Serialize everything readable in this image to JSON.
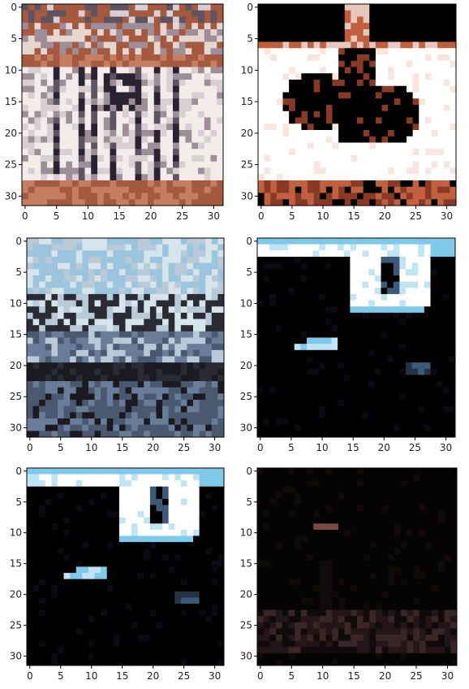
{
  "figure": {
    "axis_ticks": [
      "0",
      "5",
      "10",
      "15",
      "20",
      "25",
      "30"
    ],
    "image_grid_resolution": 32,
    "panels": [
      {
        "id": "p1",
        "description_name": "ship-image-original",
        "palette": [
          "#f2ecea",
          "#d9cfd3",
          "#9e8e98",
          "#5f5360",
          "#2a2230",
          "#a55a3f",
          "#c57e62",
          "#e5d7cf"
        ]
      },
      {
        "id": "p2",
        "description_name": "ship-image-filtered-red",
        "palette": [
          "#000000",
          "#1a0b08",
          "#8a3a24",
          "#c0603f",
          "#e8c7bd",
          "#ffffff",
          "#f7e5de"
        ]
      },
      {
        "id": "p3",
        "description_name": "ship-image-blue-scene",
        "palette": [
          "#9cc4dc",
          "#d6e4ec",
          "#7e92ab",
          "#2b2b35",
          "#4a5870",
          "#1a1a20",
          "#6a7d98",
          "#b8c9d8"
        ]
      },
      {
        "id": "p4",
        "description_name": "ship-image-filtered-blue-a",
        "palette": [
          "#000000",
          "#0a0a12",
          "#7fc9ea",
          "#bfe4f3",
          "#ffffff",
          "#3c5a78",
          "#223344"
        ]
      },
      {
        "id": "p5",
        "description_name": "ship-image-filtered-blue-b",
        "palette": [
          "#000000",
          "#0a0a12",
          "#7fc9ea",
          "#bfe4f3",
          "#ffffff",
          "#3c5a78",
          "#223344"
        ]
      },
      {
        "id": "p6",
        "description_name": "ship-image-dark",
        "palette": [
          "#050404",
          "#100a0b",
          "#241618",
          "#3a2628",
          "#5a3a36",
          "#7a4a40"
        ]
      }
    ]
  }
}
